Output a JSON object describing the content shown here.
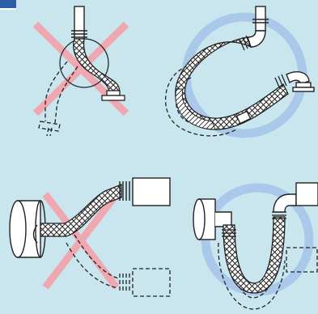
{
  "colors": {
    "background": "#c9e6ee",
    "wrong_cross": "#f0a8b0",
    "correct_circle": "#a9c8ea",
    "line": "#222222",
    "braid_fill": "#ffffff",
    "corner_tag": "#2a5fa8"
  },
  "panels": [
    {
      "id": "top-left",
      "verdict": "incorrect",
      "marker": "cross"
    },
    {
      "id": "top-right",
      "verdict": "correct",
      "marker": "circle"
    },
    {
      "id": "bottom-left",
      "verdict": "incorrect",
      "marker": "cross"
    },
    {
      "id": "bottom-right",
      "verdict": "correct",
      "marker": "circle"
    }
  ]
}
